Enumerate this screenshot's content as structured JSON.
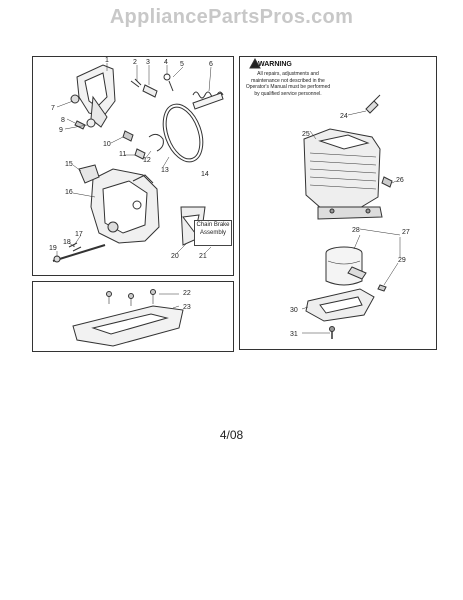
{
  "watermark": "AppliancePartsPros.com",
  "warning": {
    "title": "WARNING",
    "text": "All repairs, adjustments and maintenance not described in the Operator's Manual must be performed by qualified service personnel."
  },
  "assembly_label": "Chain Brake Assembly",
  "footer": "4/08",
  "callouts": {
    "c1": "1",
    "c2": "2",
    "c3": "3",
    "c4": "4",
    "c5": "5",
    "c6": "6",
    "c7": "7",
    "c8": "8",
    "c9": "9",
    "c10": "10",
    "c11": "11",
    "c12": "12",
    "c13": "13",
    "c14": "14",
    "c15": "15",
    "c16": "16",
    "c17": "17",
    "c18": "18",
    "c19": "19",
    "c20": "20",
    "c21": "21",
    "c22": "22",
    "c23": "23",
    "c24": "24",
    "c25": "25",
    "c26": "26",
    "c27": "27",
    "c28": "28",
    "c29": "29",
    "c30": "30",
    "c31": "31"
  }
}
